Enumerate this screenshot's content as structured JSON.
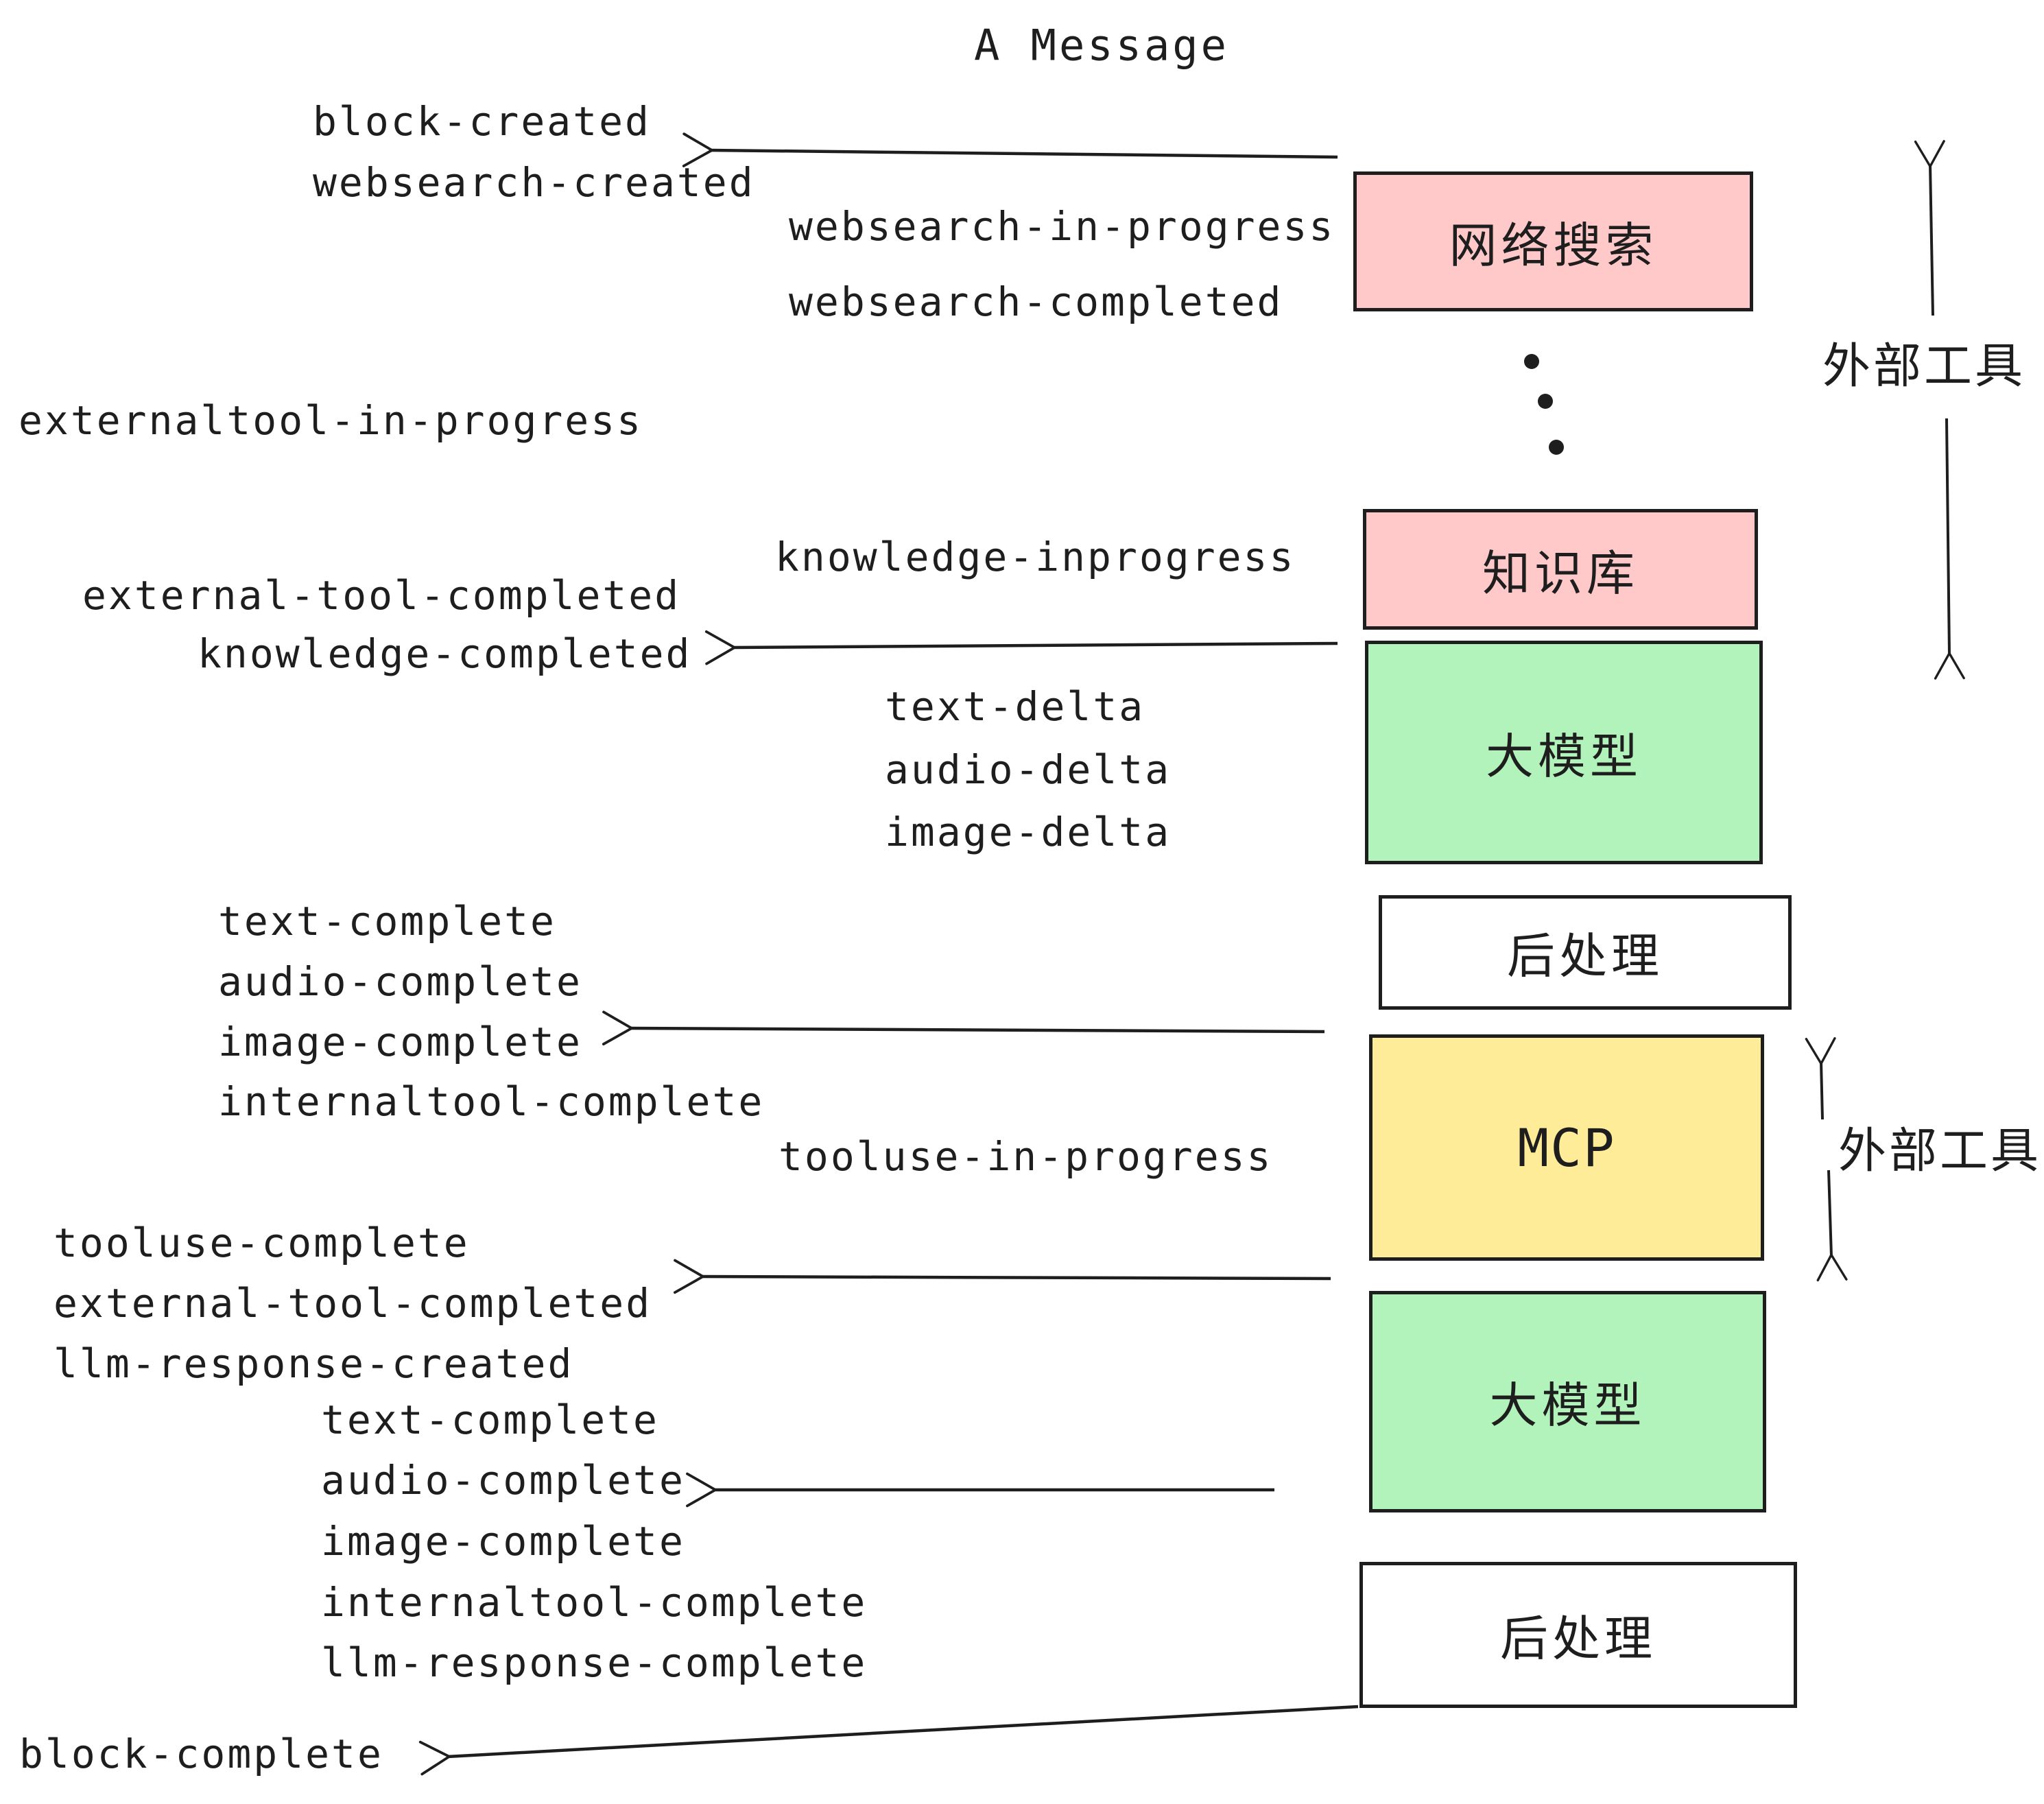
{
  "diagram": {
    "title": "A Message",
    "boxes": [
      {
        "id": "websearch",
        "label": "网络搜索",
        "fill": "#ffc9c9"
      },
      {
        "id": "knowledge",
        "label": "知识库",
        "fill": "#ffc9c9"
      },
      {
        "id": "llm-1",
        "label": "大模型",
        "fill": "#b2f2bb"
      },
      {
        "id": "postprocess-1",
        "label": "后处理",
        "fill": "#ffffff"
      },
      {
        "id": "mcp",
        "label": "MCP",
        "fill": "#ffec99"
      },
      {
        "id": "llm-2",
        "label": "大模型",
        "fill": "#b2f2bb"
      },
      {
        "id": "postprocess-2",
        "label": "后处理",
        "fill": "#ffffff"
      }
    ],
    "side_labels": [
      {
        "id": "external-tools-1",
        "text": "外部工具"
      },
      {
        "id": "external-tools-2",
        "text": "外部工具"
      }
    ],
    "events": [
      {
        "text": "block-created"
      },
      {
        "text": "websearch-created"
      },
      {
        "text": "websearch-in-progress"
      },
      {
        "text": "websearch-completed"
      },
      {
        "text": "externaltool-in-progress"
      },
      {
        "text": "knowledge-inprogress"
      },
      {
        "text": "external-tool-completed"
      },
      {
        "text": "knowledge-completed"
      },
      {
        "text": "text-delta"
      },
      {
        "text": "audio-delta"
      },
      {
        "text": "image-delta"
      },
      {
        "text": "text-complete"
      },
      {
        "text": "audio-complete"
      },
      {
        "text": "image-complete"
      },
      {
        "text": "internaltool-complete"
      },
      {
        "text": "tooluse-in-progress"
      },
      {
        "text": "tooluse-complete"
      },
      {
        "text": "external-tool-completed"
      },
      {
        "text": "llm-response-created"
      },
      {
        "text": "text-complete"
      },
      {
        "text": "audio-complete"
      },
      {
        "text": "image-complete"
      },
      {
        "text": "internaltool-complete"
      },
      {
        "text": "llm-response-complete"
      },
      {
        "text": "block-complete"
      }
    ],
    "colors": {
      "border": "#1e1e1e",
      "text": "#1e1e1e",
      "pink": "#ffc9c9",
      "green": "#b2f2bb",
      "yellow": "#ffec99",
      "white": "#ffffff",
      "background": "#ffffff"
    }
  }
}
